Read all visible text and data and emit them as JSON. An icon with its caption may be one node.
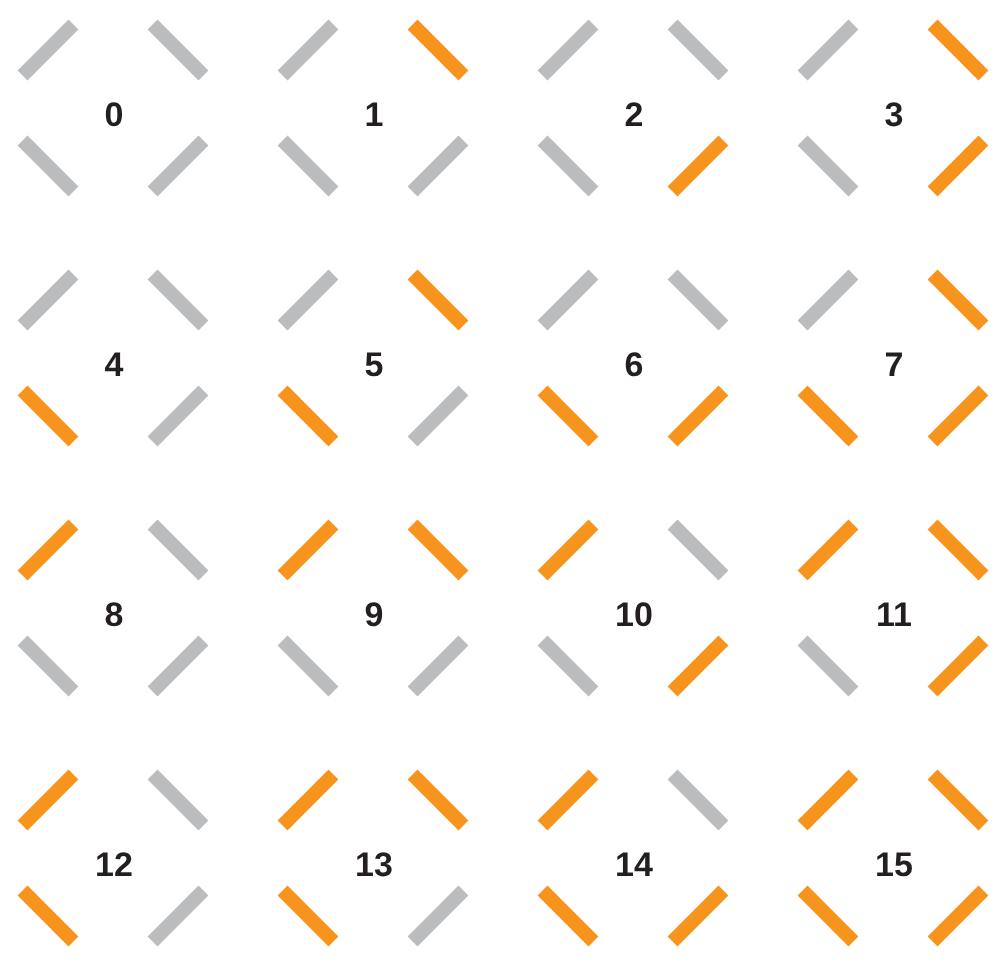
{
  "diagram": {
    "labels": [
      "0",
      "1",
      "2",
      "3",
      "4",
      "5",
      "6",
      "7",
      "8",
      "9",
      "10",
      "11",
      "12",
      "13",
      "14",
      "15"
    ]
  }
}
